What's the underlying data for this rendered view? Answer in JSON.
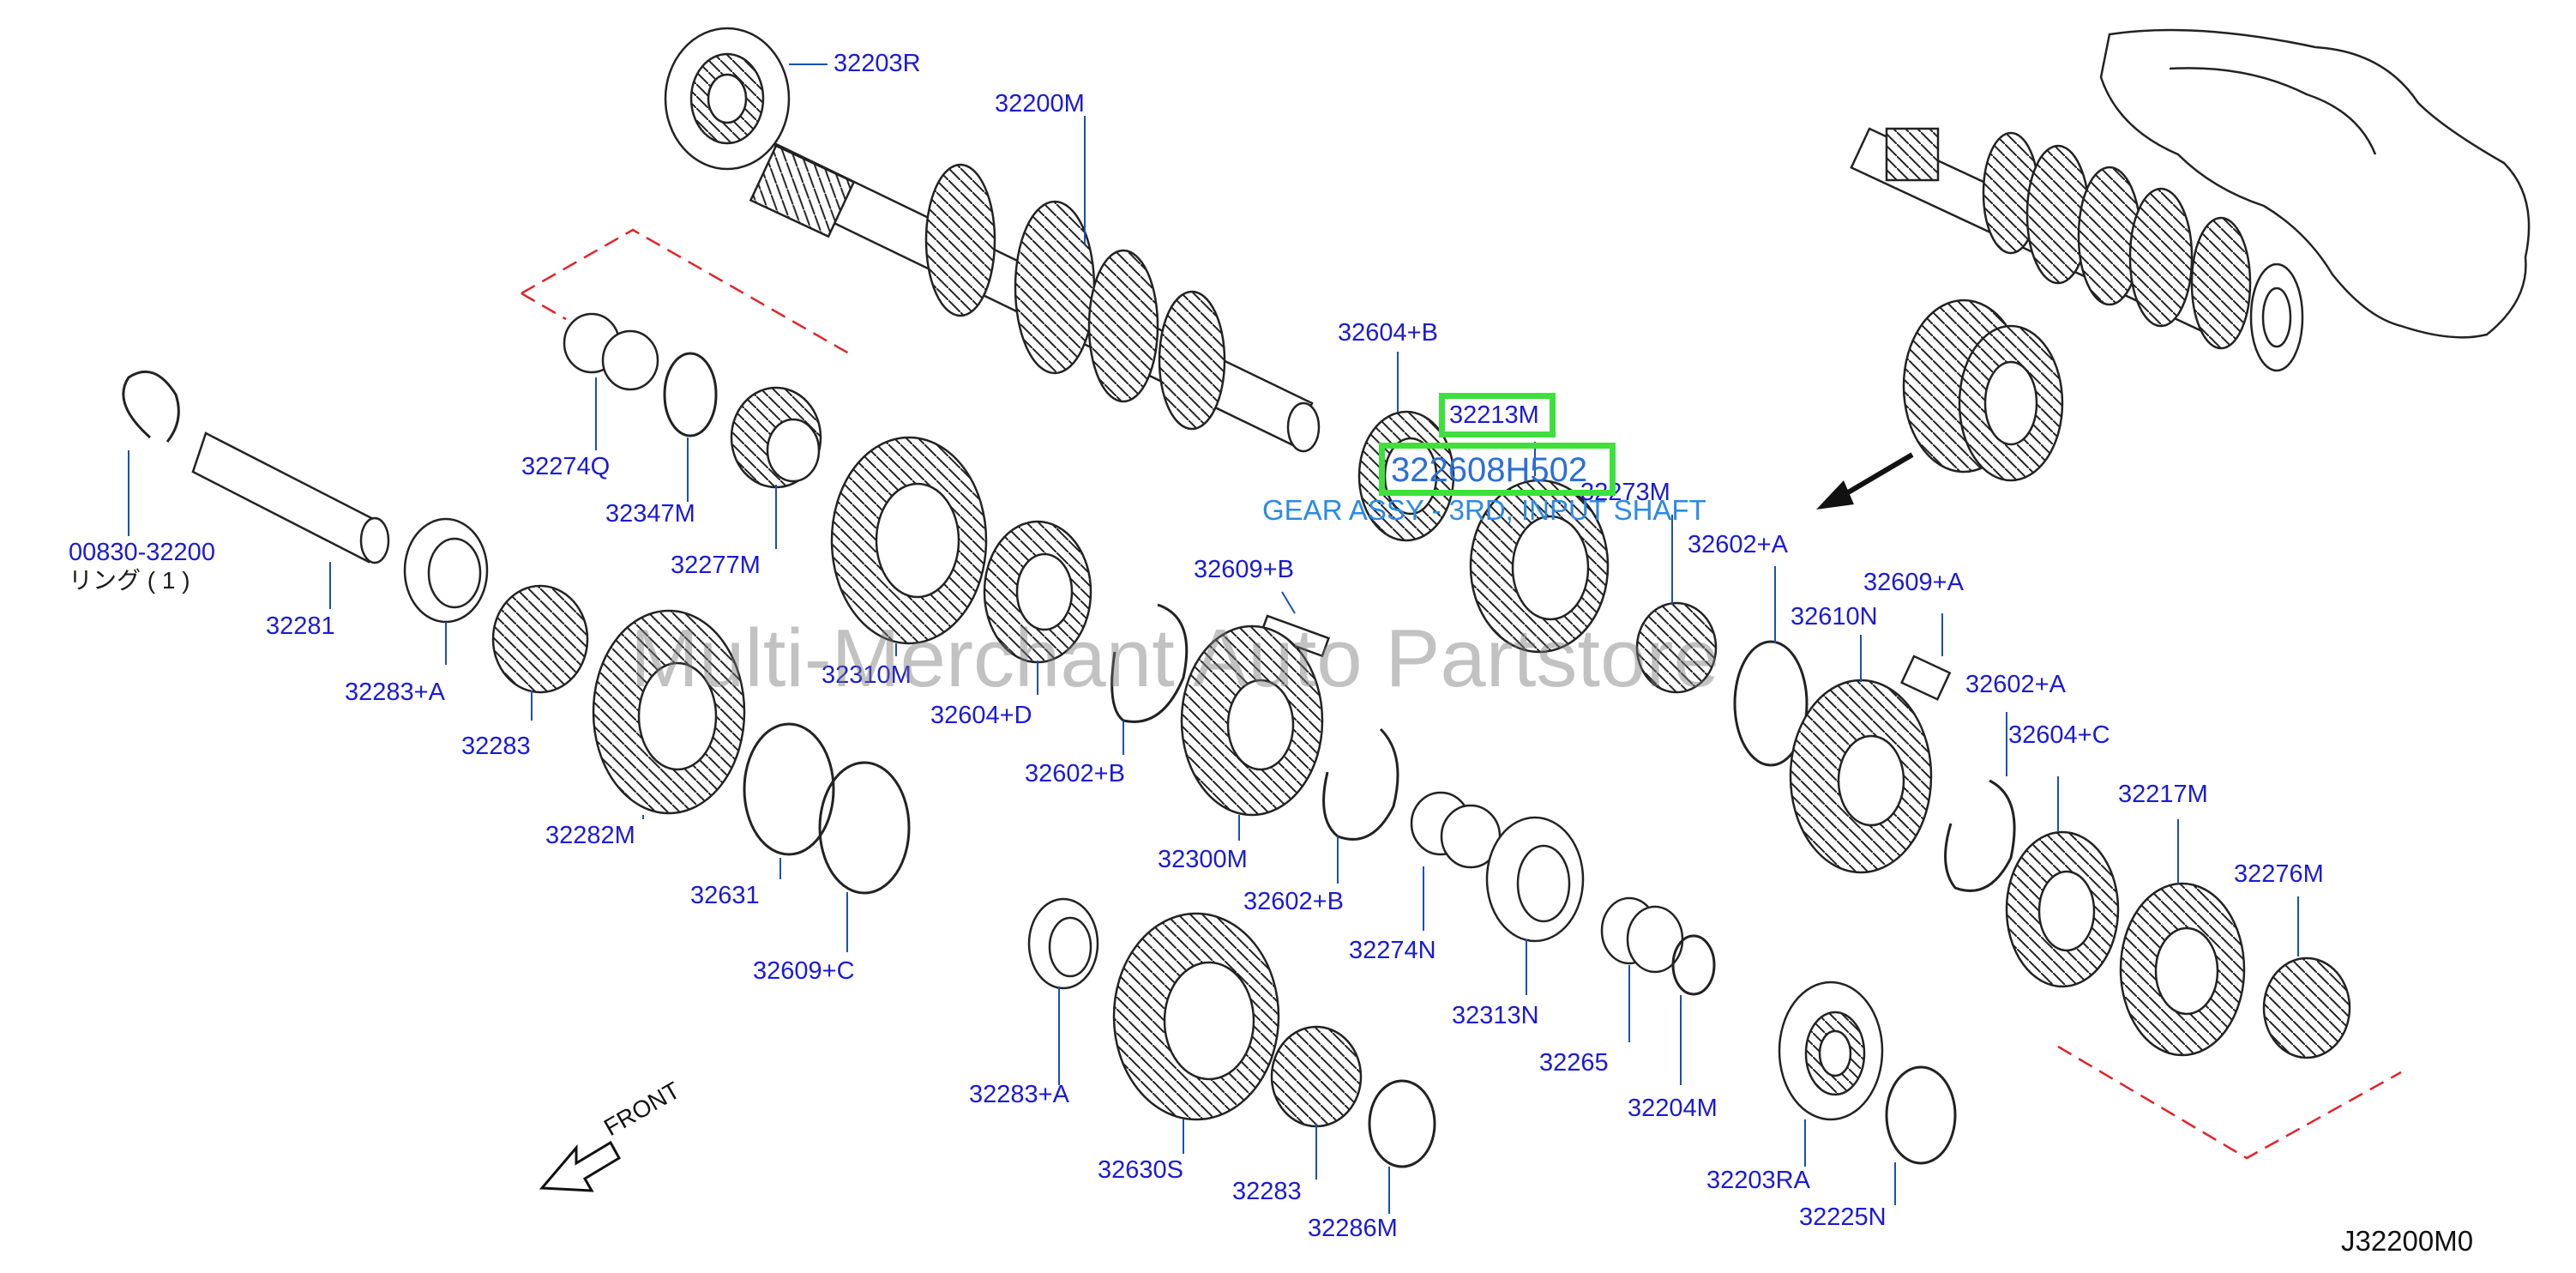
{
  "watermark": "Multi-Merchant Auto Partstore",
  "diagram_code": "J32200M0",
  "front_label": "FRONT",
  "highlight": {
    "part_number": "322608H502",
    "description": "GEAR ASSY - 3RD, INPUT SHAFT",
    "ref_label": "32213M"
  },
  "labels": {
    "p32203R": "32203R",
    "p32200M": "32200M",
    "p32604B": "32604+B",
    "p32274Q": "32274Q",
    "p32347M": "32347M",
    "p32277M": "32277M",
    "p00830": "00830-32200",
    "ring": "リング ( 1 )",
    "p32281": "32281",
    "p32283A_1": "32283+A",
    "p32283_1": "32283",
    "p32282M": "32282M",
    "p32310M": "32310M",
    "p32604D": "32604+D",
    "p32609B": "32609+B",
    "p32602B_1": "32602+B",
    "p32300M": "32300M",
    "p32602B_2": "32602+B",
    "p32273M": "32273M",
    "p32602A_1": "32602+A",
    "p32609A": "32609+A",
    "p32610N": "32610N",
    "p32602A_2": "32602+A",
    "p32604C": "32604+C",
    "p32217M": "32217M",
    "p32276M": "32276M",
    "p32631": "32631",
    "p32609C": "32609+C",
    "p32283A_2": "32283+A",
    "p32630S": "32630S",
    "p32283_2": "32283",
    "p32286M": "32286M",
    "p32274N": "32274N",
    "p32313N": "32313N",
    "p32265": "32265",
    "p32204M": "32204M",
    "p32203RA": "32203RA",
    "p32225N": "32225N"
  },
  "colors": {
    "label": "#1a1ad6",
    "highlight": "#3ee03e",
    "tooltip": "#2b8ae6",
    "dash": "#e0242a"
  }
}
